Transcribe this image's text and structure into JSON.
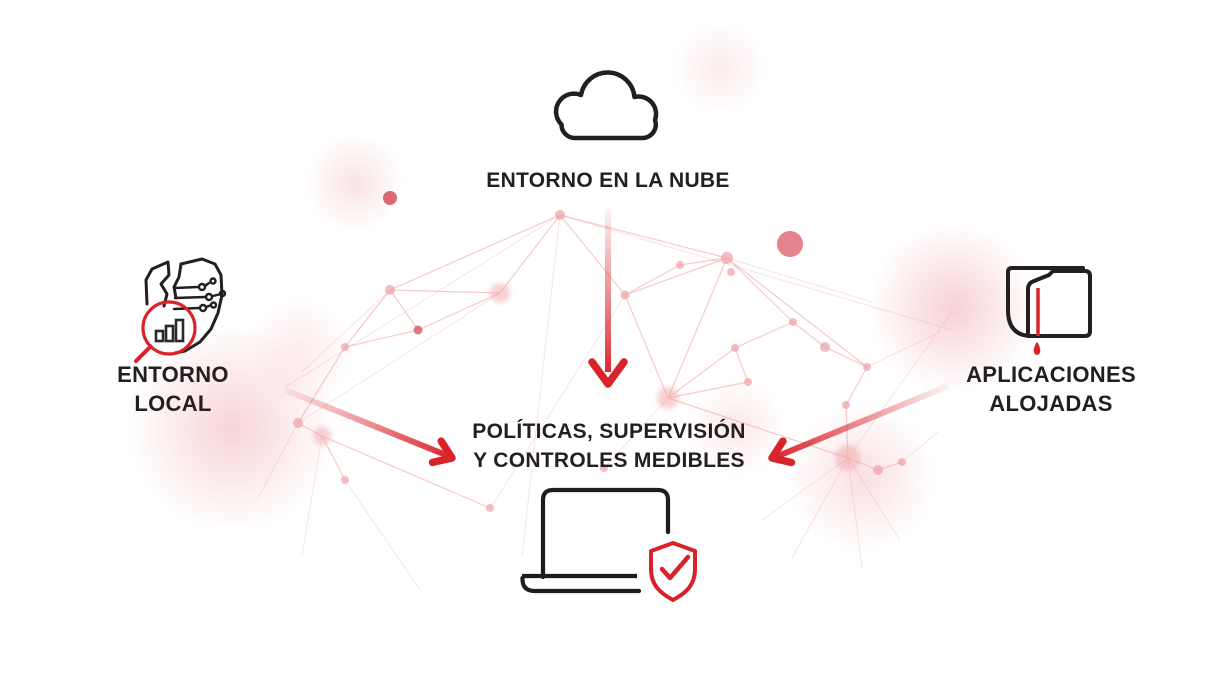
{
  "colors": {
    "accent_red": "#d8232a",
    "text": "#231f20",
    "mesh_pink": "#efa6aa",
    "background": "#ffffff"
  },
  "cloud_node": {
    "label": "ENTORNO EN LA NUBE",
    "icon": "cloud-icon"
  },
  "local_node": {
    "label_line1": "ENTORNO",
    "label_line2": "LOCAL",
    "icon": "local-environment-scan-icon"
  },
  "hosted_node": {
    "label_line1": "APLICACIONES",
    "label_line2": "ALOJADAS",
    "icon": "hosted-apps-folder-icon"
  },
  "center_node": {
    "label_line1": "POLÍTICAS, SUPERVISIÓN",
    "label_line2": "Y CONTROLES MEDIBLES",
    "icon": "laptop-shield-check-icon"
  },
  "arrows": [
    "cloud-to-center",
    "local-to-center",
    "hosted-to-center"
  ]
}
